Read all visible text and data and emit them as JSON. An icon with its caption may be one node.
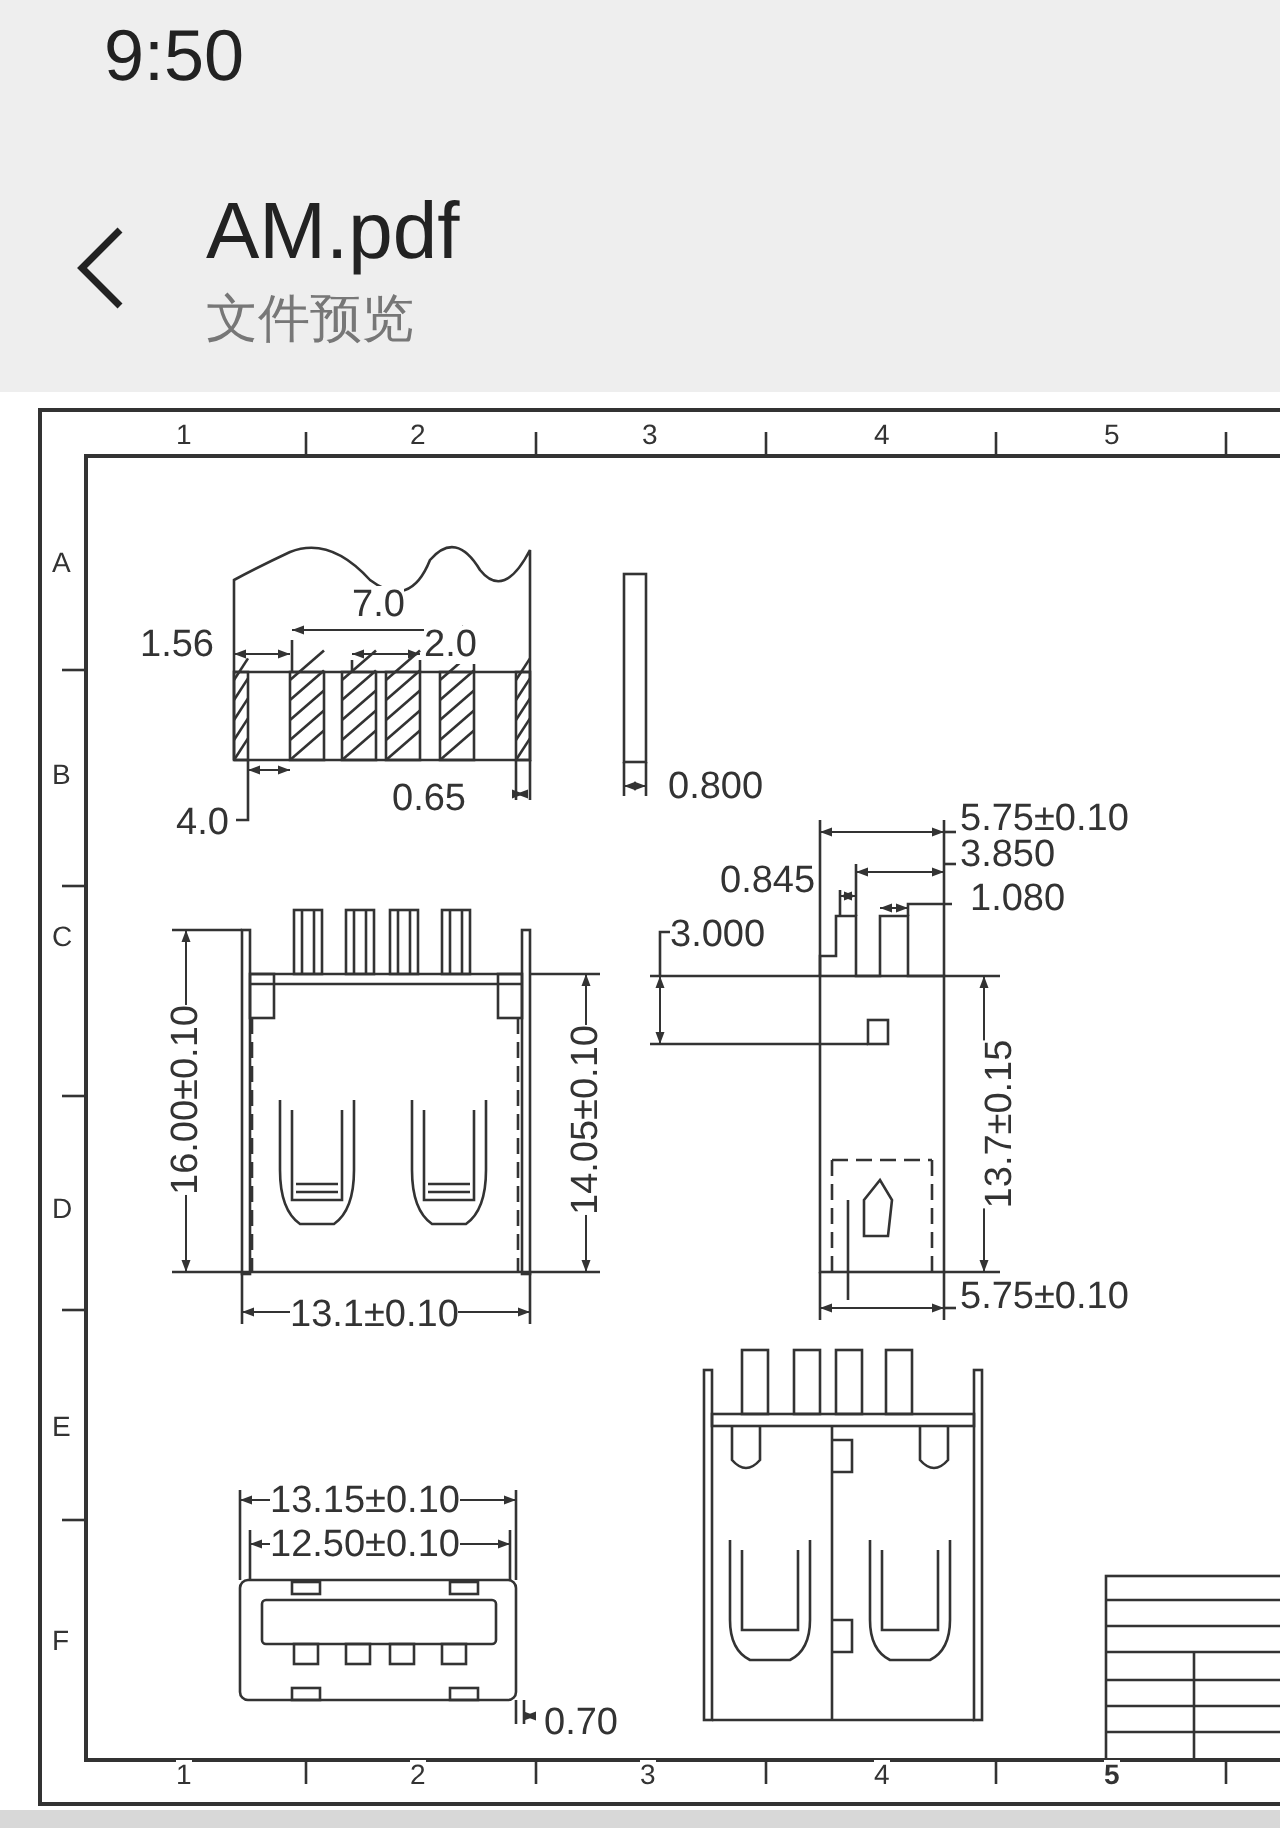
{
  "diagram": {
    "title": "AM.pdf",
    "labels": [
      "9:50",
      "文件预览",
      "1",
      "2",
      "3",
      "4",
      "5",
      "A",
      "B",
      "C",
      "D",
      "E",
      "F",
      "7.0",
      "1.56",
      "2.0",
      "4.0",
      "0.65",
      "0.800",
      "5.75±0.10",
      "3.850",
      "0.845",
      "1.080",
      "3.000",
      "16.00±0.10",
      "14.05±0.10",
      "13.7±0.15",
      "13.1±0.10",
      "5.75±0.10",
      "13.15±0.10",
      "12.50±0.10",
      "0.70",
      "1",
      "2",
      "3",
      "4",
      "5"
    ]
  }
}
